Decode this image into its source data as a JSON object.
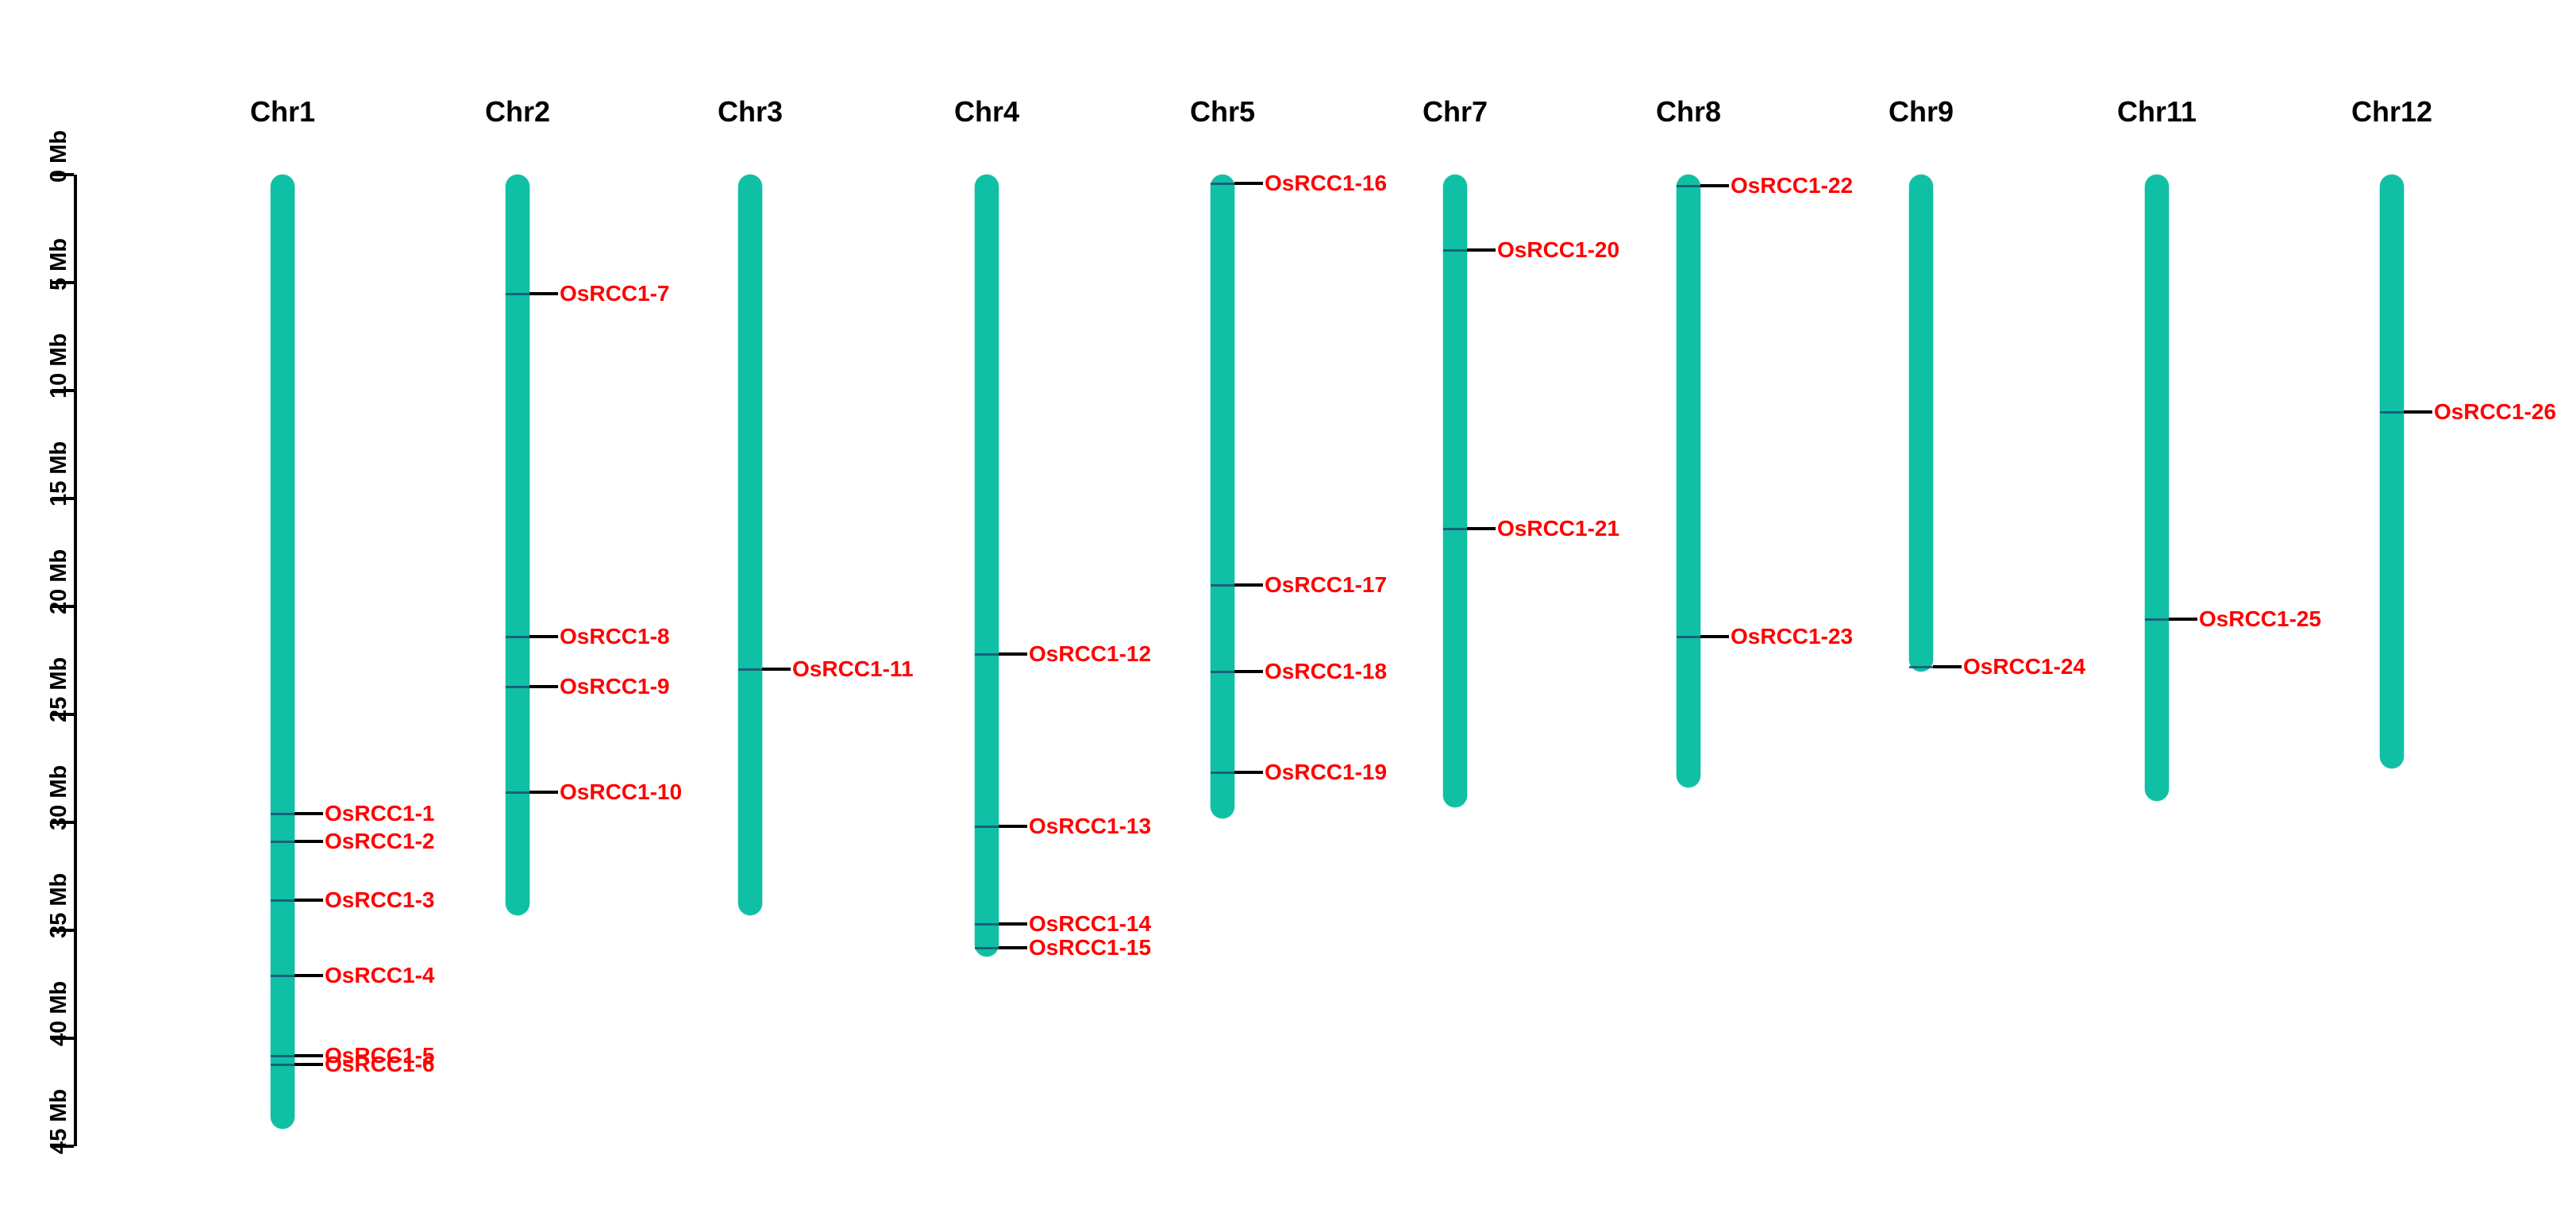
{
  "figure": {
    "type": "chromosome-map",
    "background_color": "#ffffff",
    "chromosome_color": "#0FC0A4",
    "label_color": "#FF0000",
    "leader_color": "#000000",
    "axis_color": "#000000"
  },
  "axis": {
    "unit": "Mb",
    "min_mb": 0,
    "max_mb": 45,
    "tick_step_mb": 5,
    "ticks": [
      {
        "value": 0,
        "label": "0 Mb"
      },
      {
        "value": 5,
        "label": "5 Mb"
      },
      {
        "value": 10,
        "label": "10 Mb"
      },
      {
        "value": 15,
        "label": "15 Mb"
      },
      {
        "value": 20,
        "label": "20 Mb"
      },
      {
        "value": 25,
        "label": "25 Mb"
      },
      {
        "value": 30,
        "label": "30 Mb"
      },
      {
        "value": 35,
        "label": "35 Mb"
      },
      {
        "value": 40,
        "label": "40 Mb"
      },
      {
        "value": 45,
        "label": "45 Mb"
      }
    ]
  },
  "chart_data": {
    "type": "chromosome-map",
    "title": "",
    "xlabel": "",
    "ylabel": "Mb",
    "ylim": [
      0,
      45
    ],
    "grid": false,
    "legend": "none",
    "categories": [
      "Chr1",
      "Chr2",
      "Chr3",
      "Chr4",
      "Chr5",
      "Chr7",
      "Chr8",
      "Chr9",
      "Chr11",
      "Chr12"
    ],
    "chromosomes": [
      {
        "name": "Chr1",
        "start_mb": 0.0,
        "end_mb": 44.2,
        "genes": [
          {
            "label": "OsRCC1-1",
            "position_mb": 29.6
          },
          {
            "label": "OsRCC1-2",
            "position_mb": 30.9
          },
          {
            "label": "OsRCC1-3",
            "position_mb": 33.6
          },
          {
            "label": "OsRCC1-4",
            "position_mb": 37.1
          },
          {
            "label": "OsRCC1-5",
            "position_mb": 40.8
          },
          {
            "label": "OsRCC1-6",
            "position_mb": 41.2
          }
        ]
      },
      {
        "name": "Chr2",
        "start_mb": 0.0,
        "end_mb": 34.3,
        "genes": [
          {
            "label": "OsRCC1-7",
            "position_mb": 5.5
          },
          {
            "label": "OsRCC1-8",
            "position_mb": 21.4
          },
          {
            "label": "OsRCC1-9",
            "position_mb": 23.7
          },
          {
            "label": "OsRCC1-10",
            "position_mb": 28.6
          }
        ]
      },
      {
        "name": "Chr3",
        "start_mb": 0.0,
        "end_mb": 34.3,
        "genes": [
          {
            "label": "OsRCC1-11",
            "position_mb": 22.9
          }
        ]
      },
      {
        "name": "Chr4",
        "start_mb": 0.0,
        "end_mb": 36.2,
        "genes": [
          {
            "label": "OsRCC1-12",
            "position_mb": 22.2
          },
          {
            "label": "OsRCC1-13",
            "position_mb": 30.2
          },
          {
            "label": "OsRCC1-14",
            "position_mb": 34.7
          },
          {
            "label": "OsRCC1-15",
            "position_mb": 35.8
          }
        ]
      },
      {
        "name": "Chr5",
        "start_mb": 0.0,
        "end_mb": 29.8,
        "genes": [
          {
            "label": "OsRCC1-16",
            "position_mb": 0.4
          },
          {
            "label": "OsRCC1-17",
            "position_mb": 19.0
          },
          {
            "label": "OsRCC1-18",
            "position_mb": 23.0
          },
          {
            "label": "OsRCC1-19",
            "position_mb": 27.7
          }
        ]
      },
      {
        "name": "Chr7",
        "start_mb": 0.0,
        "end_mb": 29.3,
        "genes": [
          {
            "label": "OsRCC1-20",
            "position_mb": 3.5
          },
          {
            "label": "OsRCC1-21",
            "position_mb": 16.4
          }
        ]
      },
      {
        "name": "Chr8",
        "start_mb": 0.0,
        "end_mb": 28.4,
        "genes": [
          {
            "label": "OsRCC1-22",
            "position_mb": 0.5
          },
          {
            "label": "OsRCC1-23",
            "position_mb": 21.4
          }
        ]
      },
      {
        "name": "Chr9",
        "start_mb": 0.0,
        "end_mb": 23.0,
        "genes": [
          {
            "label": "OsRCC1-24",
            "position_mb": 22.8
          }
        ]
      },
      {
        "name": "Chr11",
        "start_mb": 0.0,
        "end_mb": 29.0,
        "genes": [
          {
            "label": "OsRCC1-25",
            "position_mb": 20.6
          }
        ]
      },
      {
        "name": "Chr12",
        "start_mb": 0.0,
        "end_mb": 27.5,
        "genes": [
          {
            "label": "OsRCC1-26",
            "position_mb": 11.0
          }
        ]
      }
    ]
  }
}
